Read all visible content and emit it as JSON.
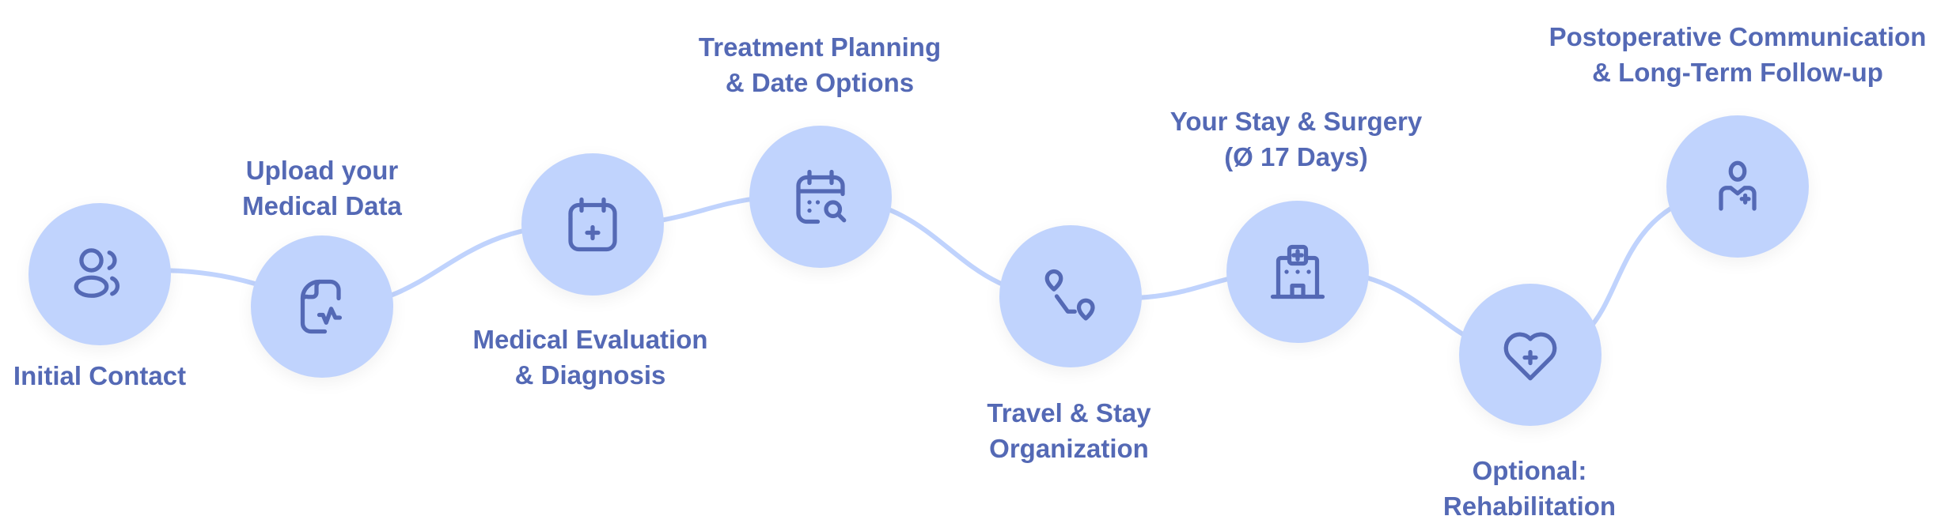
{
  "colors": {
    "accent": "#5469b5",
    "node_fill": "#c0d3fd",
    "connector": "#c0d3fd"
  },
  "steps": [
    {
      "lines": [
        "Initial Contact"
      ],
      "icon": "users-icon"
    },
    {
      "lines": [
        "Upload your",
        "Medical Data"
      ],
      "icon": "file-heart-rate-icon"
    },
    {
      "lines": [
        "Medical Evaluation",
        "& Diagnosis"
      ],
      "icon": "calendar-plus-icon"
    },
    {
      "lines": [
        "Treatment Planning",
        "& Date Options"
      ],
      "icon": "calendar-search-icon"
    },
    {
      "lines": [
        "Travel & Stay",
        "Organization"
      ],
      "icon": "route-icon"
    },
    {
      "lines": [
        "Your Stay & Surgery",
        "(Ø 17 Days)"
      ],
      "icon": "hospital-icon"
    },
    {
      "lines": [
        "Optional:",
        "Rehabilitation"
      ],
      "icon": "heart-plus-icon"
    },
    {
      "lines": [
        "Postoperative Communication",
        "& Long-Term Follow-up"
      ],
      "icon": "doctor-icon"
    }
  ]
}
